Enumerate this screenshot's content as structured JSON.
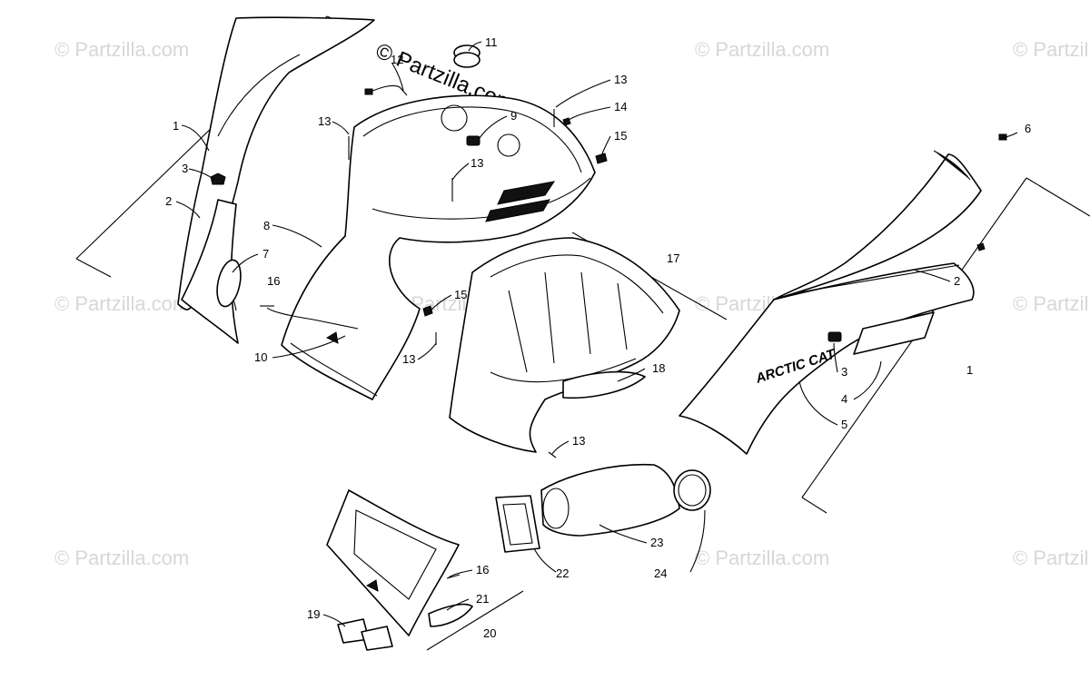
{
  "watermark": {
    "text": "© Partzilla.com",
    "top_text": "© Partzilla.com"
  },
  "logo": {
    "text": "ARCTIC CAT"
  },
  "callouts": {
    "c1a": "1",
    "c1b": "1",
    "c2a": "2",
    "c2b": "2",
    "c3a": "3",
    "c3b": "3",
    "c4": "4",
    "c5": "5",
    "c6": "6",
    "c7": "7",
    "c8": "8",
    "c9": "9",
    "c10": "10",
    "c11": "11",
    "c12": "12",
    "c13a": "13",
    "c13b": "13",
    "c13c": "13",
    "c13d": "13",
    "c13e": "13",
    "c14": "14",
    "c15a": "15",
    "c15b": "15",
    "c16a": "16",
    "c16b": "16",
    "c17": "17",
    "c18": "18",
    "c19": "19",
    "c20": "20",
    "c21": "21",
    "c22": "22",
    "c23": "23",
    "c24": "24"
  },
  "colors": {
    "line": "#000000",
    "watermark": "#d7d7d7",
    "background": "#ffffff"
  }
}
